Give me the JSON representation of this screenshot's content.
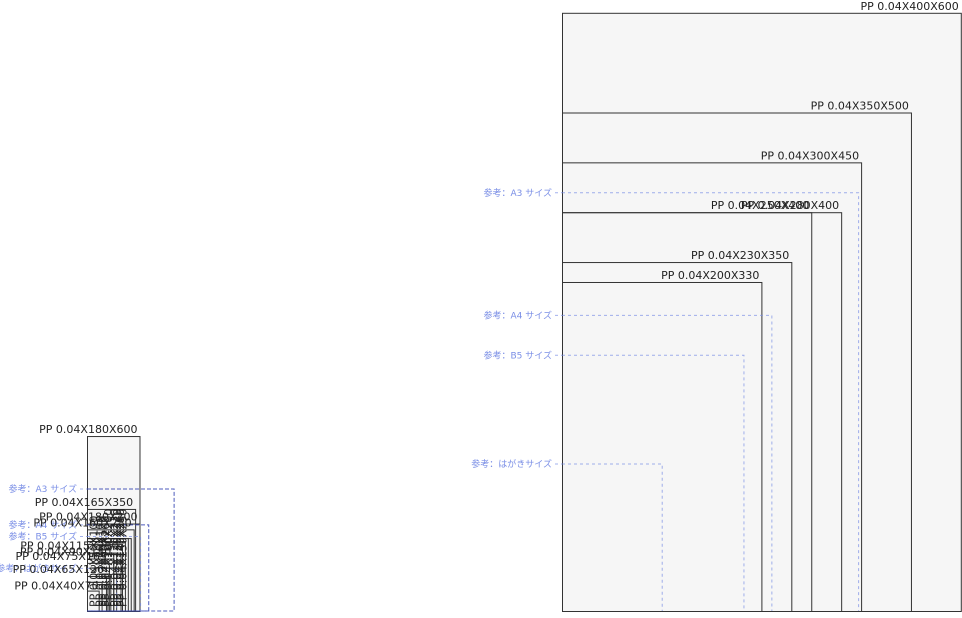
{
  "colors": {
    "box_stroke": "#333333",
    "big_fill": "#f6f6f6",
    "reference": "#7b8fe6",
    "reference_dashed_blue": "#3a49b5",
    "label": "#222222"
  },
  "panels": [
    {
      "name": "left",
      "origin": [
        87,
        611
      ],
      "scale": 0.2916,
      "bags": [
        {
          "label": "PP 0.04X180X600",
          "w": 180,
          "h": 600,
          "label_pos": "top-right",
          "fill": true
        },
        {
          "label": "PP 0.04X165X350",
          "w": 165,
          "h": 350,
          "label_pos": "top-right"
        },
        {
          "label": "PP 0.04X180X300",
          "w": 180,
          "h": 300,
          "label_pos": "top-right"
        },
        {
          "label": "PP 0.04X160X280",
          "w": 160,
          "h": 280,
          "label_pos": "top-right"
        },
        {
          "label": "PP 0.04X150X250",
          "w": 150,
          "h": 250,
          "label_pos": "vertical"
        },
        {
          "label": "PP 0.04X140X250",
          "w": 140,
          "h": 250,
          "label_pos": "vertical"
        },
        {
          "label": "PP 0.04X130X240",
          "w": 130,
          "h": 240,
          "label_pos": "vertical"
        },
        {
          "label": "PP 0.04X120X230",
          "w": 120,
          "h": 230,
          "label_pos": "vertical"
        },
        {
          "label": "PP 0.04X115X200",
          "w": 115,
          "h": 200,
          "label_pos": "top-right"
        },
        {
          "label": "PP 0.04X100X200",
          "w": 100,
          "h": 200,
          "label_pos": "vertical"
        },
        {
          "label": "PP 0.04X90X200",
          "w": 90,
          "h": 200,
          "label_pos": "vertical"
        },
        {
          "label": "PP 0.04X90X180",
          "w": 90,
          "h": 180,
          "label_pos": "top-right"
        },
        {
          "label": "PP 0.04X75X165",
          "w": 75,
          "h": 165,
          "label_pos": "top-right"
        },
        {
          "label": "PP 0.03X80X120",
          "w": 80,
          "h": 120,
          "label_pos": "vertical"
        },
        {
          "label": "PP 0.04X65X120",
          "w": 65,
          "h": 120,
          "label_pos": "top-right"
        },
        {
          "label": "PP 0.03X70X100",
          "w": 70,
          "h": 100,
          "label_pos": "vertical"
        },
        {
          "label": "PP 0.04X50X100",
          "w": 50,
          "h": 100,
          "label_pos": "vertical"
        },
        {
          "label": "PP 0.04X40X70",
          "w": 40,
          "h": 70,
          "label_pos": "left"
        }
      ],
      "references": [
        {
          "label": "参考：A3 サイズ",
          "w": 297,
          "h": 420,
          "style": "dark"
        },
        {
          "label": "参考：A4 サイズ",
          "w": 210,
          "h": 297,
          "style": "dark"
        },
        {
          "label": "参考：B5 サイズ",
          "w": 182,
          "h": 257,
          "style": "light"
        },
        {
          "label": "参考：はがきサイズ",
          "w": 100,
          "h": 148,
          "style": "light"
        }
      ]
    },
    {
      "name": "right",
      "origin": [
        562,
        611
      ],
      "scale": 0.997,
      "bags": [
        {
          "label": "PP 0.04X400X600",
          "w": 400,
          "h": 600,
          "label_pos": "top-right",
          "fill": true
        },
        {
          "label": "PP 0.04X350X500",
          "w": 350,
          "h": 500,
          "label_pos": "top-right"
        },
        {
          "label": "PP 0.04X300X450",
          "w": 300,
          "h": 450,
          "label_pos": "top-right"
        },
        {
          "label": "PP 0.04X280X400",
          "w": 280,
          "h": 400,
          "label_pos": "top-right"
        },
        {
          "label": "PP 0.04X250X400",
          "w": 250,
          "h": 400,
          "label_pos": "top-right"
        },
        {
          "label": "PP 0.04X230X350",
          "w": 230,
          "h": 350,
          "label_pos": "top-right"
        },
        {
          "label": "PP 0.04X200X330",
          "w": 200,
          "h": 330,
          "label_pos": "top-right"
        }
      ],
      "references": [
        {
          "label": "参考：A3 サイズ",
          "w": 297,
          "h": 420,
          "style": "light"
        },
        {
          "label": "参考：A4 サイズ",
          "w": 210,
          "h": 297,
          "style": "light"
        },
        {
          "label": "参考：B5 サイズ",
          "w": 182,
          "h": 257,
          "style": "light"
        },
        {
          "label": "参考：はがきサイズ",
          "w": 100,
          "h": 148,
          "style": "light"
        }
      ]
    }
  ]
}
